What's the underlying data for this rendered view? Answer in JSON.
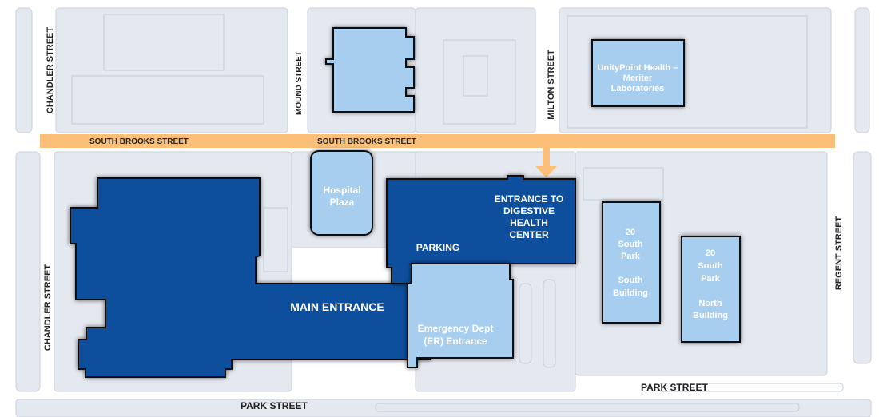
{
  "streets": {
    "chandler_north": "CHANDLER STREET",
    "chandler_south": "CHANDLER STREET",
    "mound": "MOUND STREET",
    "milton": "MILTON STREET",
    "south_brooks_left": "SOUTH BROOKS STREET",
    "south_brooks_center": "SOUTH BROOKS STREET",
    "regent": "REGENT STREET",
    "park_left": "PARK STREET",
    "park_right": "PARK STREET"
  },
  "buildings": {
    "unitypoint": [
      "UnityPoint Health –",
      "Meriter",
      "Laboratories"
    ],
    "hospital_plaza": [
      "Hospital",
      "Plaza"
    ],
    "entrance_digestive": [
      "ENTRANCE TO",
      "DIGESTIVE",
      "HEALTH",
      "CENTER"
    ],
    "parking": "PARKING",
    "main_entrance": "MAIN ENTRANCE",
    "emergency": [
      "Emergency Dept",
      "(ER) Entrance"
    ],
    "south_building": [
      "20",
      "South",
      "Park",
      "",
      "South",
      "Building"
    ],
    "north_building": [
      "20",
      "South",
      "Park",
      "",
      "North",
      "Building"
    ]
  },
  "colors": {
    "dark_blue": "#0d4f9c",
    "light_blue": "#a7cdef",
    "street_orange": "#fbbf77",
    "block_gray": "#e4e8ef"
  }
}
